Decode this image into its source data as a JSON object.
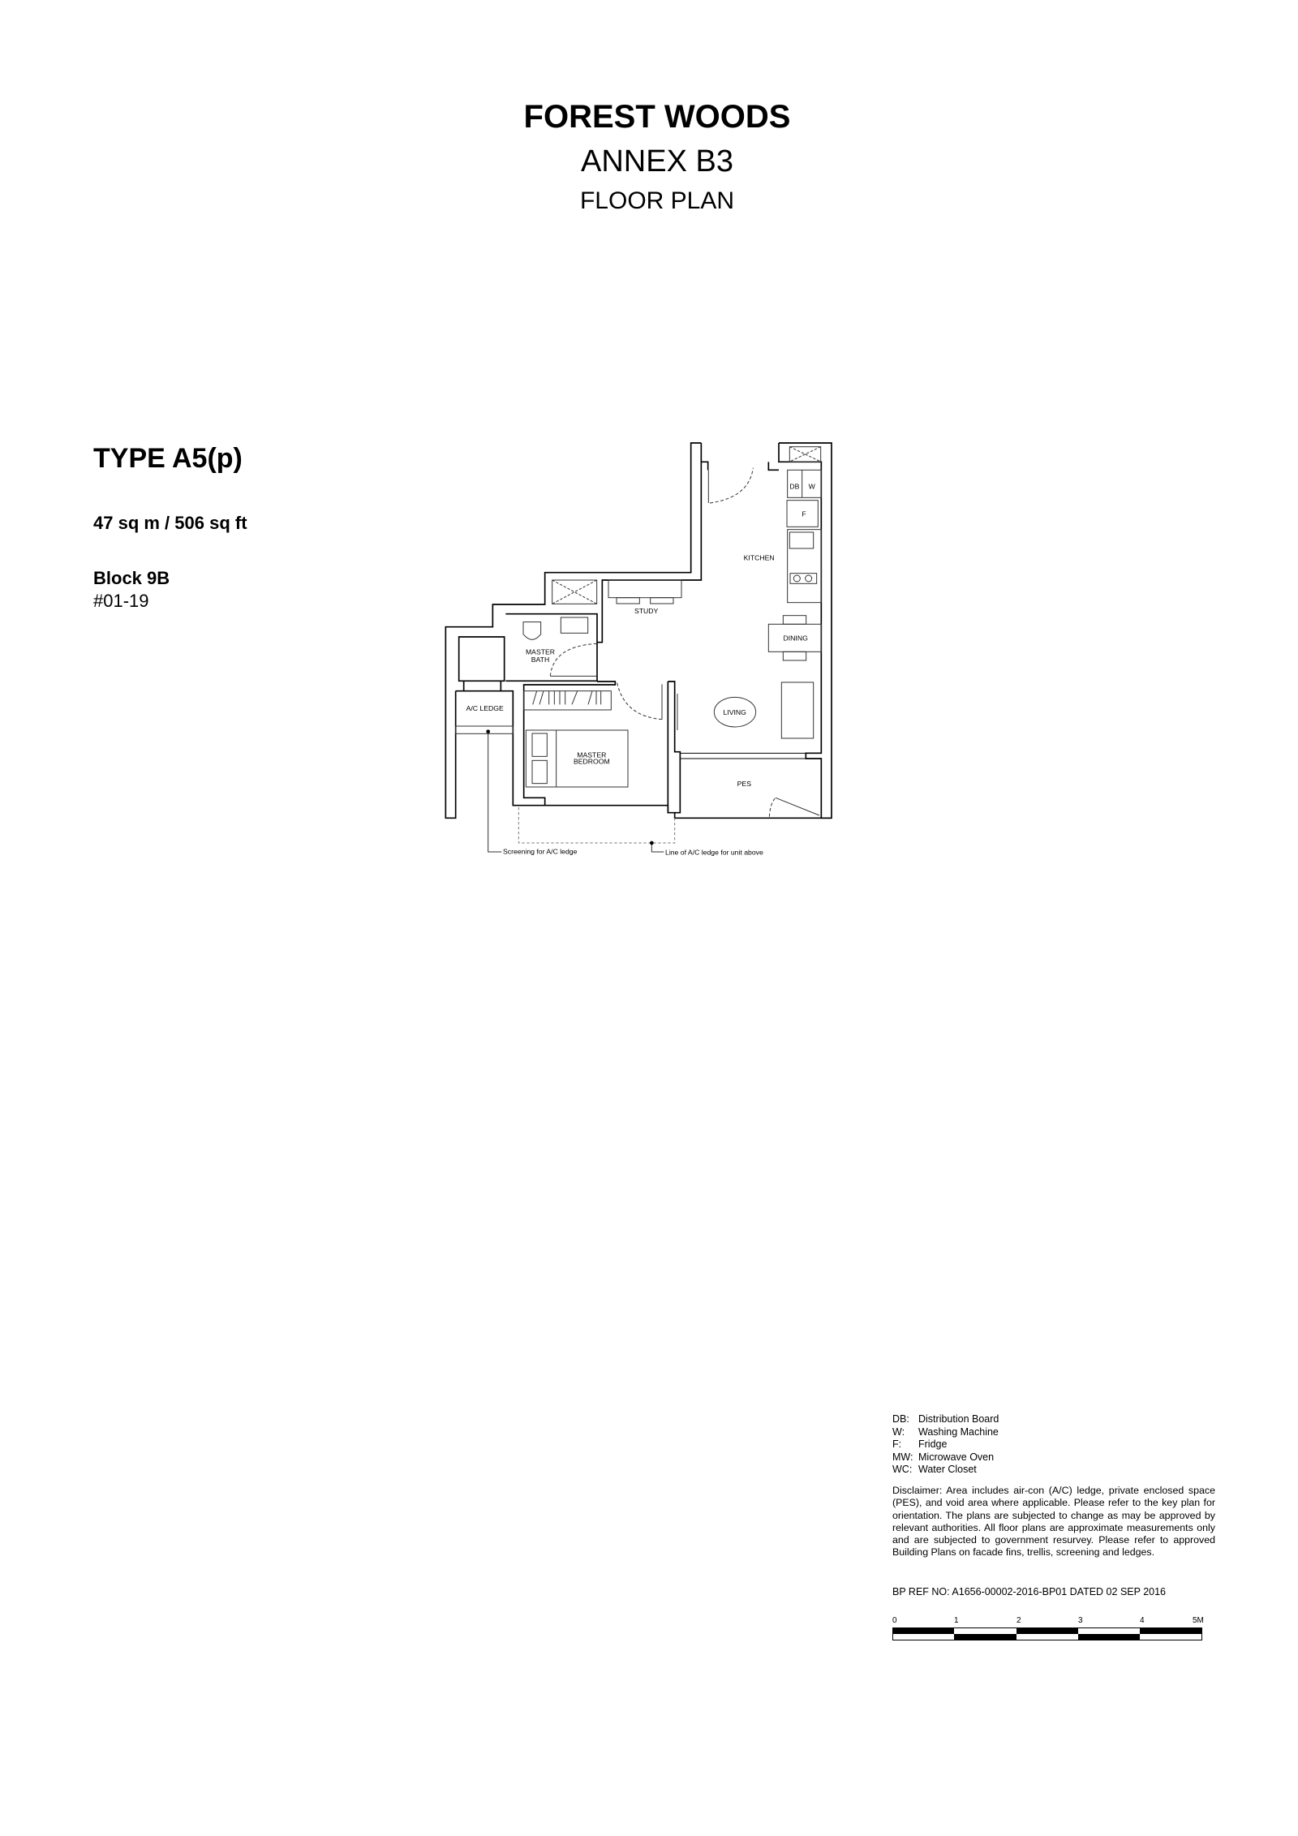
{
  "header": {
    "project": "FOREST WOODS",
    "annex": "ANNEX B3",
    "subtitle": "FLOOR PLAN"
  },
  "unit": {
    "type": "TYPE A5(p)",
    "area": "47 sq m / 506 sq ft",
    "block": "Block 9B",
    "unit_no": "#01-19"
  },
  "plan": {
    "rooms": {
      "kitchen": "KITCHEN",
      "study": "STUDY",
      "dining": "DINING",
      "master_bath_1": "MASTER",
      "master_bath_2": "BATH",
      "ac_ledge": "A/C LEDGE",
      "living": "LIVING",
      "master_bedroom_1": "MASTER",
      "master_bedroom_2": "BEDROOM",
      "pes": "PES",
      "db": "DB",
      "w": "W",
      "f": "F"
    },
    "notes": {
      "screening": "Screening for A/C ledge",
      "ledge_above": "Line of A/C ledge for unit above"
    }
  },
  "legend": [
    {
      "abbr": "DB:",
      "text": "Distribution Board"
    },
    {
      "abbr": "W:",
      "text": "Washing Machine"
    },
    {
      "abbr": "F:",
      "text": "Fridge"
    },
    {
      "abbr": "MW:",
      "text": "Microwave Oven"
    },
    {
      "abbr": "WC:",
      "text": "Water Closet"
    }
  ],
  "disclaimer": "Disclaimer: Area includes air-con (A/C) ledge, private enclosed space (PES), and void area where applicable.  Please refer to the key plan for orientation.  The plans are subjected to change as may be approved by relevant authorities.  All floor plans are approximate measurements only and are subjected to government resurvey. Please refer to approved Building Plans on facade fins, trellis, screening and ledges.",
  "bp_ref": "BP REF NO:  A1656-00002-2016-BP01 DATED 02 SEP 2016",
  "scale_bar": {
    "labels": [
      "0",
      "1",
      "2",
      "3",
      "4",
      "5M"
    ]
  }
}
